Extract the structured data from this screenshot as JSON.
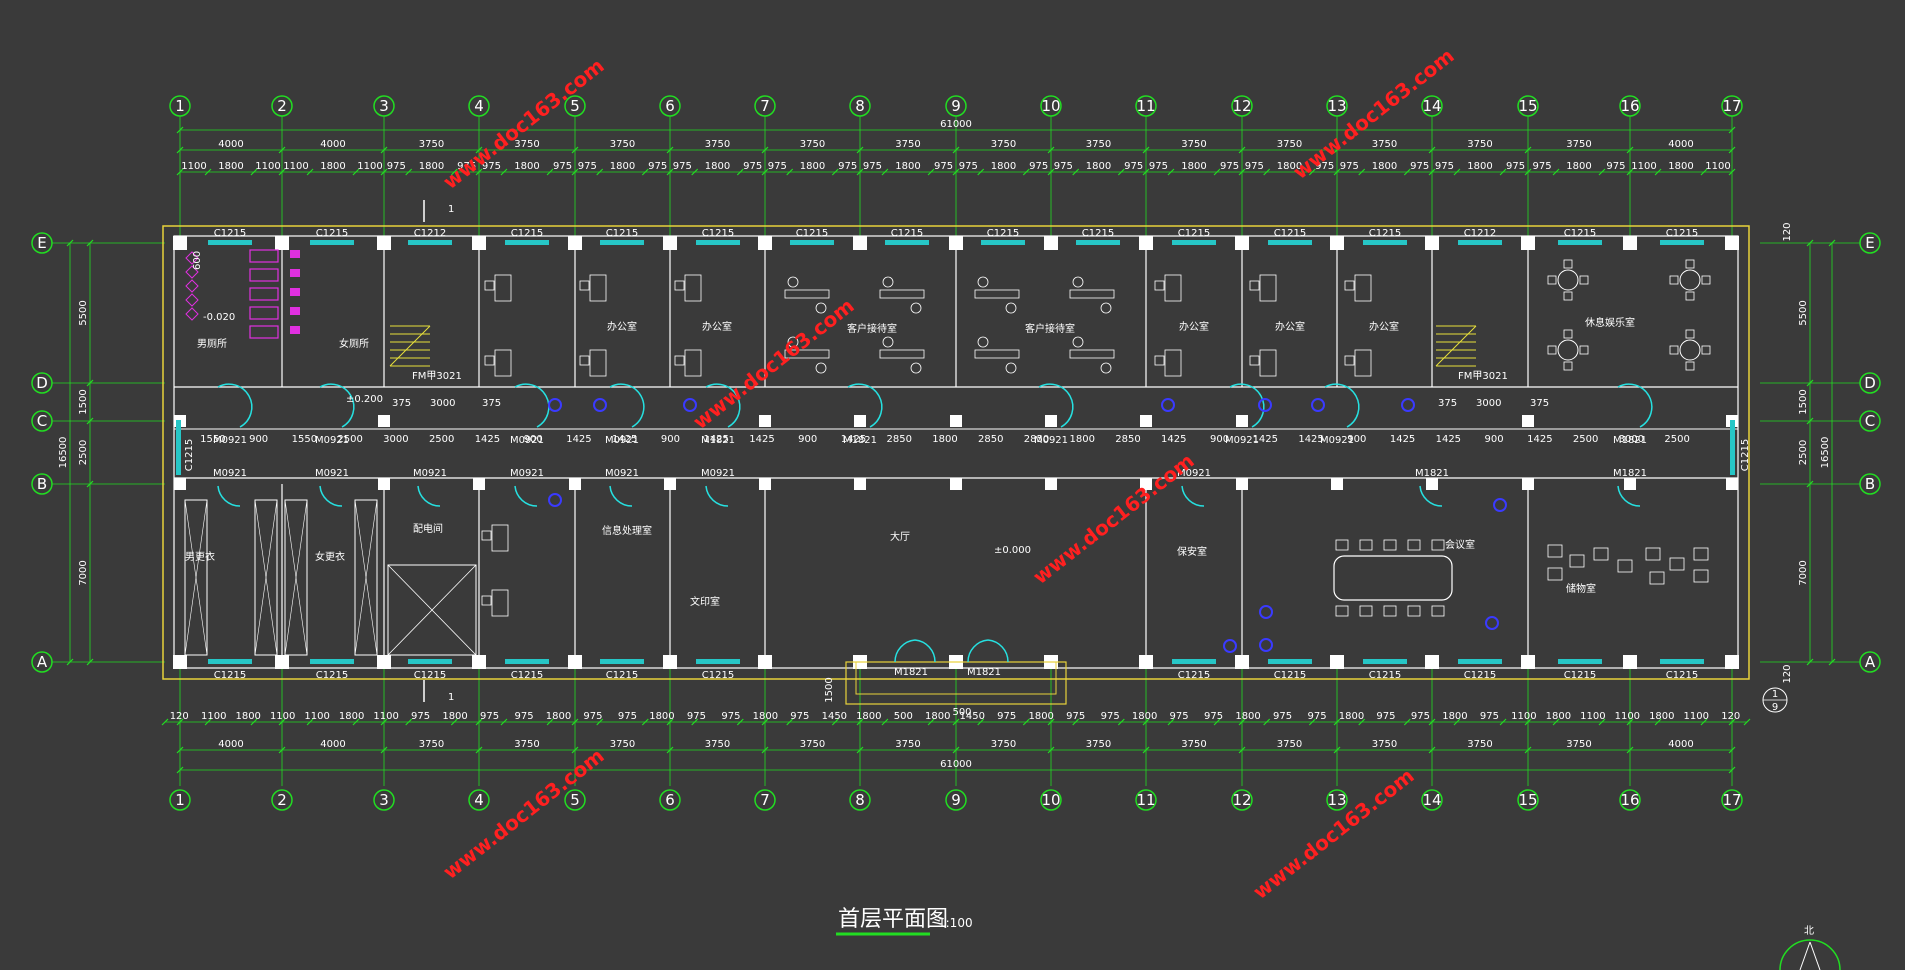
{
  "title": "首层平面图",
  "scale": "1:100",
  "north_label": "北",
  "watermark": "www.doc163.com",
  "colors": {
    "background": "#3a3a3a",
    "grid": "#22dd22",
    "wall": "#ffffff",
    "outline": "#e8d23a",
    "window": "#26c6c6",
    "door": "#26e0e0",
    "furniture_blue": "#3a3aff",
    "furniture_pink": "#e030e0",
    "stair": "#e8e03a",
    "watermark": "#ff2020"
  },
  "grid_columns": [
    "1",
    "2",
    "3",
    "4",
    "5",
    "6",
    "7",
    "8",
    "9",
    "10",
    "11",
    "12",
    "13",
    "14",
    "15",
    "16",
    "17"
  ],
  "grid_rows": [
    "E",
    "D",
    "C",
    "B",
    "A"
  ],
  "overall_dim": "61000",
  "overall_dim_bottom": "61000",
  "depth_dim": "16500",
  "top_bay_dims": [
    "4000",
    "4000",
    "3750",
    "3750",
    "3750",
    "3750",
    "3750",
    "3750",
    "3750",
    "3750",
    "3750",
    "3750",
    "3750",
    "3750",
    "3750",
    "4000",
    "4000"
  ],
  "top_detail_dims": [
    "1100",
    "1800",
    "1100",
    "1100",
    "1800",
    "1100",
    "975",
    "1800",
    "975",
    "975",
    "1800",
    "975",
    "975",
    "1800",
    "975",
    "975",
    "1800",
    "975",
    "975",
    "1800",
    "975",
    "975",
    "1800",
    "975",
    "975",
    "1800",
    "975",
    "975",
    "1800",
    "975",
    "975",
    "1800",
    "975",
    "975",
    "1800",
    "975",
    "975",
    "1800",
    "975",
    "975",
    "1800",
    "975",
    "975",
    "1800",
    "975",
    "1100",
    "1800",
    "1100",
    "1100",
    "1800",
    "1100"
  ],
  "bottom_bay_dims": [
    "4000",
    "4000",
    "3750",
    "3750",
    "3750",
    "3750",
    "3750",
    "3750",
    "3750",
    "3750",
    "3750",
    "3750",
    "3750",
    "3750",
    "3750",
    "4000",
    "4000"
  ],
  "bottom_detail_dims": [
    "120",
    "1100",
    "1800",
    "1100",
    "1100",
    "1800",
    "1100",
    "975",
    "1800",
    "975",
    "975",
    "1800",
    "975",
    "975",
    "1800",
    "975",
    "975",
    "1800",
    "975",
    "1450",
    "1800",
    "500",
    "1800",
    "1450",
    "975",
    "1800",
    "975",
    "975",
    "1800",
    "975",
    "975",
    "1800",
    "975",
    "975",
    "1800",
    "975",
    "975",
    "1800",
    "975",
    "1100",
    "1800",
    "1100",
    "1100",
    "1800",
    "1100",
    "120"
  ],
  "side_dims_left": [
    "5500",
    "1500",
    "2500",
    "7000"
  ],
  "side_dims_right": [
    "5500",
    "1500",
    "2500",
    "7000"
  ],
  "side_end_dims": [
    "120",
    "120"
  ],
  "corridor_dims": [
    "1550",
    "900",
    "1550",
    "2500",
    "3000",
    "2500",
    "1425",
    "900",
    "1425",
    "1425",
    "900",
    "1425",
    "1425",
    "900",
    "1425",
    "2850",
    "1800",
    "2850",
    "2850",
    "1800",
    "2850",
    "1425",
    "900",
    "1425",
    "1425",
    "900",
    "1425",
    "1425",
    "900",
    "1425",
    "2500",
    "3000",
    "2500"
  ],
  "rooms": [
    {
      "label": "男厕所"
    },
    {
      "label": "女厕所"
    },
    {
      "label": "办公室"
    },
    {
      "label": "办公室"
    },
    {
      "label": "客户接待室"
    },
    {
      "label": "客户接待室"
    },
    {
      "label": "办公室"
    },
    {
      "label": "办公室"
    },
    {
      "label": "办公室"
    },
    {
      "label": "休息娱乐室"
    },
    {
      "label": "男更衣"
    },
    {
      "label": "女更衣"
    },
    {
      "label": "配电间"
    },
    {
      "label": "信息处理室"
    },
    {
      "label": "文印室"
    },
    {
      "label": "大厅"
    },
    {
      "label": "保安室"
    },
    {
      "label": "会议室"
    },
    {
      "label": "储物室"
    }
  ],
  "windows_top": [
    "C1215",
    "C1215",
    "C1212",
    "C1215",
    "C1215",
    "C1215",
    "C1215",
    "C1215",
    "C1215",
    "C1215",
    "C1215",
    "C1215",
    "C1215",
    "C1212",
    "C1215",
    "C1215"
  ],
  "windows_bottom": [
    "C1215",
    "C1215",
    "C1215",
    "C1215",
    "C1215",
    "C1215",
    "C1215",
    "C1215",
    "C1215",
    "C1215",
    "C1215",
    "C1215"
  ],
  "side_windows": [
    "C1215",
    "C1215"
  ],
  "doors_corridor_top": [
    "M0921",
    "M0921",
    "M0921",
    "M0921",
    "M1821",
    "M1821",
    "M0921",
    "M0921",
    "M0921",
    "M1821"
  ],
  "doors_corridor_bottom": [
    "M0921",
    "M0921",
    "M0921",
    "M0921",
    "M0921",
    "M0921",
    "M0921",
    "M1821",
    "M1821"
  ],
  "entrance_doors": [
    "M1821",
    "M1821"
  ],
  "fire_doors": [
    "FM甲3021",
    "FM甲3021"
  ],
  "entrance_dims": [
    "1500",
    "500"
  ],
  "elevations": [
    "-0.020",
    "±0.200",
    "±0.000"
  ],
  "stair_dims": [
    "375",
    "3000",
    "375",
    "375",
    "3000",
    "375"
  ],
  "section_marks": [
    "1",
    "1"
  ],
  "detail_callout": {
    "top": "1",
    "bottom": "9"
  },
  "small_dim": "600"
}
